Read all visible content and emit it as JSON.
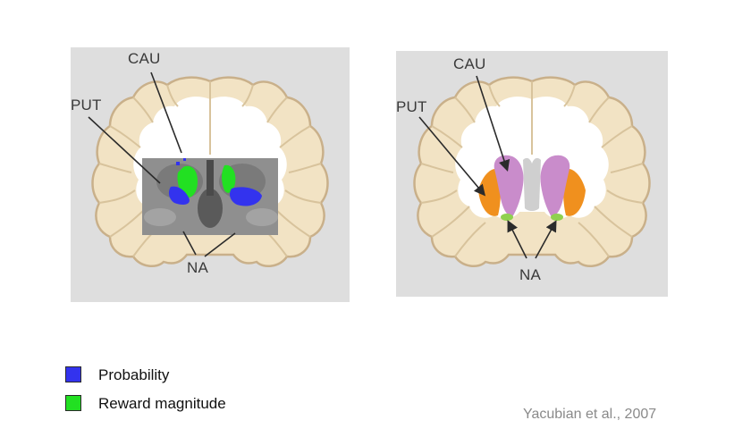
{
  "panels": {
    "left": {
      "labels": {
        "cau": "CAU",
        "put": "PUT",
        "na": "NA"
      }
    },
    "right": {
      "labels": {
        "cau": "CAU",
        "put": "PUT",
        "na": "NA"
      }
    }
  },
  "legend": {
    "items": [
      {
        "label": "Probability",
        "color": "#3333ee"
      },
      {
        "label": "Reward magnitude",
        "color": "#22e022"
      }
    ]
  },
  "citation": "Yacubian et al., 2007",
  "colors": {
    "panel_bg": "#dedede",
    "brain_tissue": "#f2e3c4",
    "brain_outline": "#c9b08a",
    "white_matter": "#ffffff",
    "caudate": "#c98ccb",
    "putamen": "#f0901e",
    "nucleus_accumbens": "#8fd14f"
  }
}
